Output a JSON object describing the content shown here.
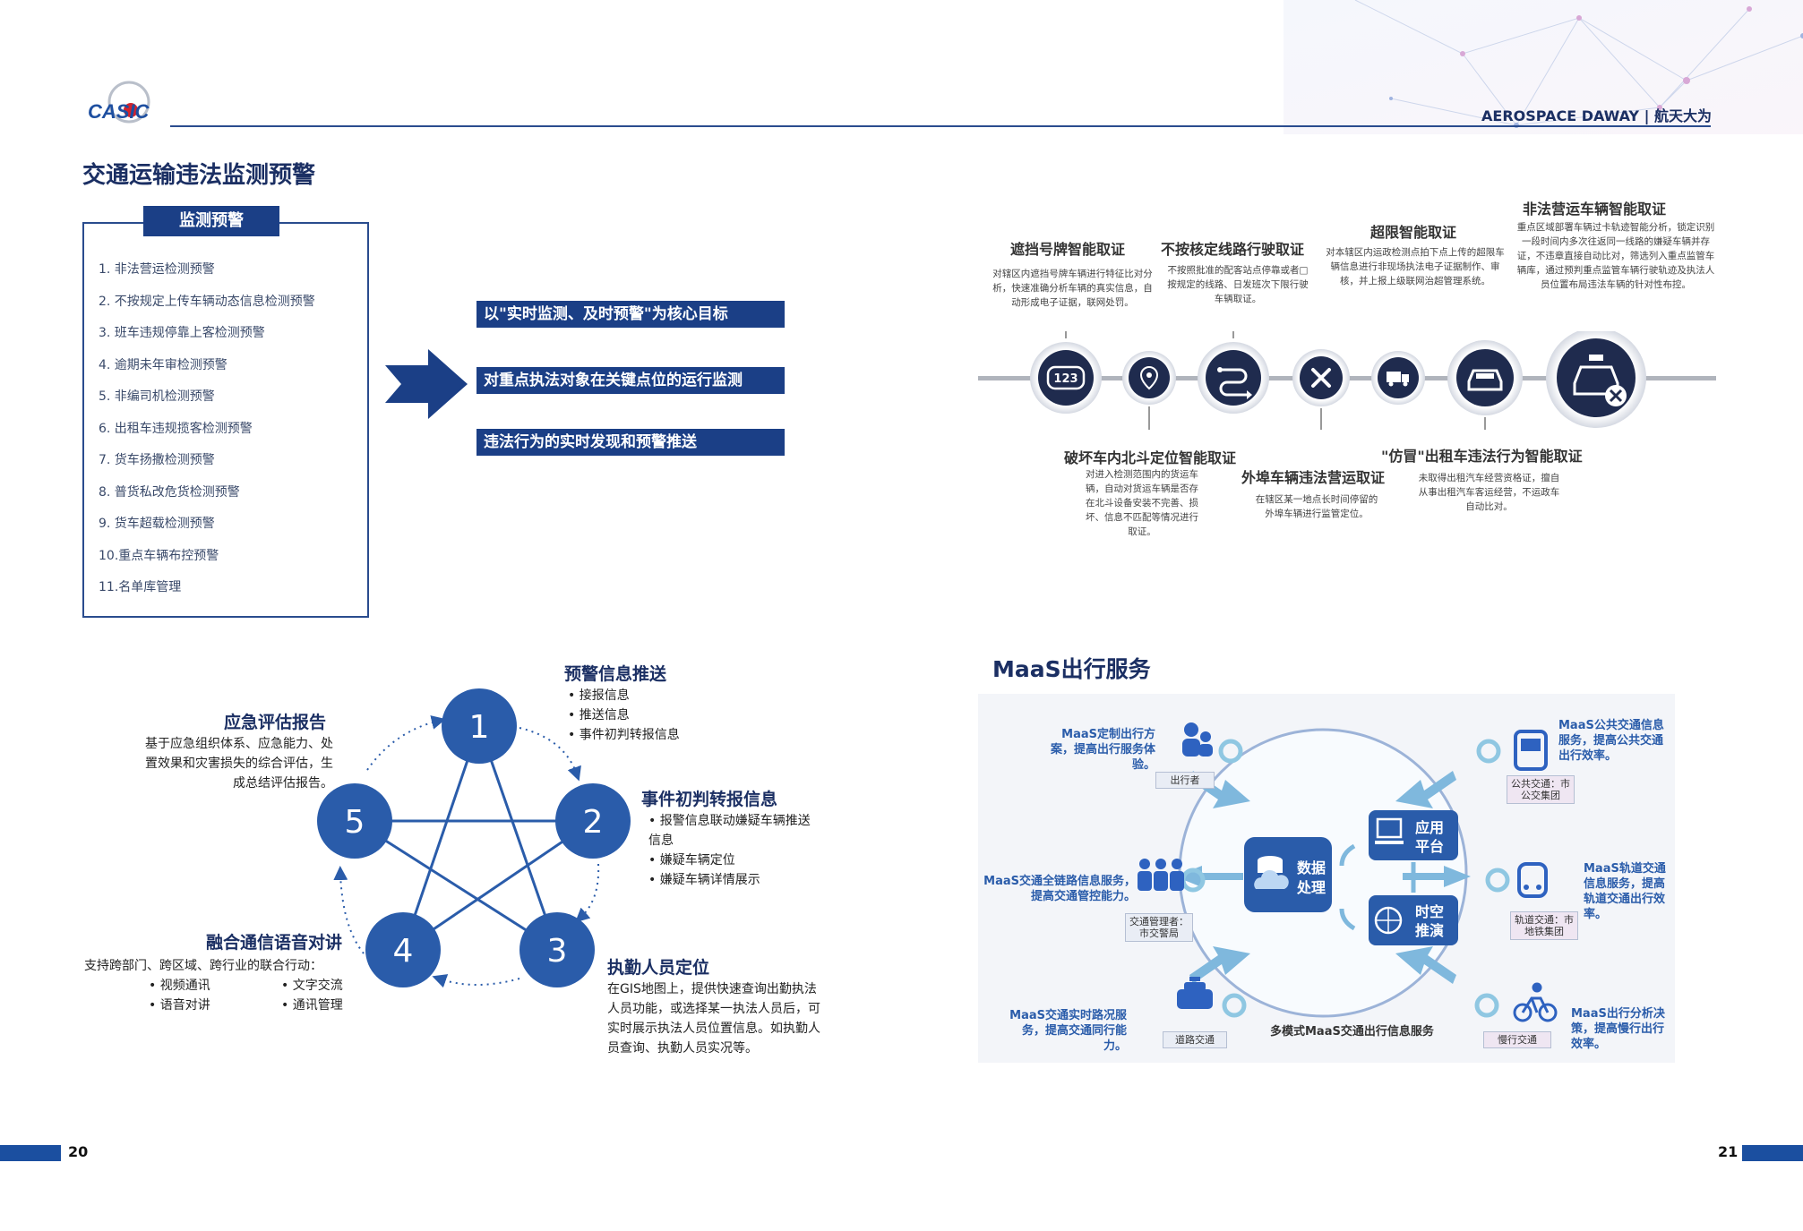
{
  "header": {
    "logo_text": "CASIC",
    "brand": "AEROSPACE DAWAY | 航天大为"
  },
  "left": {
    "title": "交通运输违法监测预警",
    "monitor_tab": "监测预警",
    "monitor_items": [
      "1. 非法营运检测预警",
      "2. 不按规定上传车辆动态信息检测预警",
      "3. 班车违规停靠上客检测预警",
      "4. 逾期未年审检测预警",
      "5. 非编司机检测预警",
      "6. 出租车违规揽客检测预警",
      "7. 货车扬撒检测预警",
      "8. 普货私改危货检测预警",
      "9. 货车超载检测预警",
      "10.重点车辆布控预警",
      "11.名单库管理"
    ],
    "goals": [
      "以\"实时监测、及时预警\"为核心目标",
      "对重点执法对象在关键点位的运行监测",
      "违法行为的实时发现和预警推送"
    ]
  },
  "evidence": {
    "top": [
      {
        "title": "遮挡号牌智能取证",
        "desc": "对辖区内遮挡号牌车辆进行特征比对分析，快速准确分析车辆的真实信息，自动形成电子证据，联网处罚。"
      },
      {
        "title": "不按核定线路行驶取证",
        "desc": "不按照批准的配客站点停靠或者□按规定的线路、日发班次下限行驶车辆取证。"
      },
      {
        "title": "超限智能取证",
        "desc": "对本辖区内运政检测点拍下点上传的超限车辆信息进行非现场执法电子证据制作、审核，并上报上级联网治超管理系统。"
      },
      {
        "title": "非法营运车辆智能取证",
        "desc": "重点区域部署车辆过卡轨迹智能分析，锁定识别一段时间内多次往返同一线路的嫌疑车辆并存证，不违章直接自动比对，筛选列入重点监管车辆库，通过预判重点监管车辆行驶轨迹及执法人员位置布局违法车辆的针对性布控。"
      }
    ],
    "bottom": [
      {
        "title": "破坏车内北斗定位智能取证",
        "desc": "对进入检测范围内的货运车辆，自动对货运车辆是否存在北斗设备安装不完善、损坏、信息不匹配等情况进行取证。"
      },
      {
        "title": "外埠车辆违法营运取证",
        "desc": "在辖区某一地点长时间停留的外埠车辆进行监管定位。"
      },
      {
        "title": "\"仿冒\"出租车违法行为智能取证",
        "desc": "未取得出租汽车经营资格证，擅自从事出租汽车客运经营，不运政车自动比对。"
      }
    ],
    "icon_label": "123"
  },
  "star": {
    "numbers": [
      "1",
      "2",
      "3",
      "4",
      "5"
    ],
    "n1": {
      "title": "预警信息推送",
      "items": [
        "接报信息",
        "推送信息",
        "事件初判转报信息"
      ]
    },
    "n2": {
      "title": "事件初判转报信息",
      "items": [
        "报警信息联动嫌疑车辆推送信息",
        "嫌疑车辆定位",
        "嫌疑车辆详情展示"
      ]
    },
    "n3": {
      "title": "执勤人员定位",
      "text": "在GIS地图上，提供快速查询出勤执法人员功能，或选择某一执法人员后，可实时展示执法人员位置信息。如执勤人员查询、执勤人员实况等。"
    },
    "n4": {
      "title": "融合通信语音对讲",
      "text": "支持跨部门、跨区域、跨行业的联合行动：",
      "items_a": [
        "视频通讯",
        "语音对讲"
      ],
      "items_b": [
        "文字交流",
        "通讯管理"
      ]
    },
    "n5": {
      "title": "应急评估报告",
      "text": "基于应急组织体系、应急能力、处置效果和灾害损失的综合评估，生成总结评估报告。"
    }
  },
  "maas": {
    "title": "MaaS出行服务",
    "center_labels": [
      "数据处理",
      "应用平台",
      "时空推演"
    ],
    "bottom_caption": "多模式MaaS交通出行信息服务",
    "items": [
      {
        "text": "MaaS定制出行方案，提高出行服务体验。",
        "label": "出行者"
      },
      {
        "text": "MaaS交通全链路信息服务，提高交通管控能力。",
        "label": "交通管理者：市交警局"
      },
      {
        "text": "MaaS交通实时路况服务，提高交通同行能力。",
        "label": "道路交通"
      },
      {
        "text": "MaaS公共交通信息服务，提高公共交通出行效率。",
        "label": "公共交通：市公交集团"
      },
      {
        "text": "MaaS轨道交通信息服务，提高轨道交通出行效率。",
        "label": "轨道交通：市地铁集团"
      },
      {
        "text": "MaaS出行分析决策，提高慢行出行效率。",
        "label": "慢行交通"
      }
    ]
  },
  "footer": {
    "page_left": "20",
    "page_right": "21"
  },
  "colors": {
    "navy": "#1b2f63",
    "brand_blue": "#1b3f86",
    "circle_blue": "#2a5caa"
  }
}
